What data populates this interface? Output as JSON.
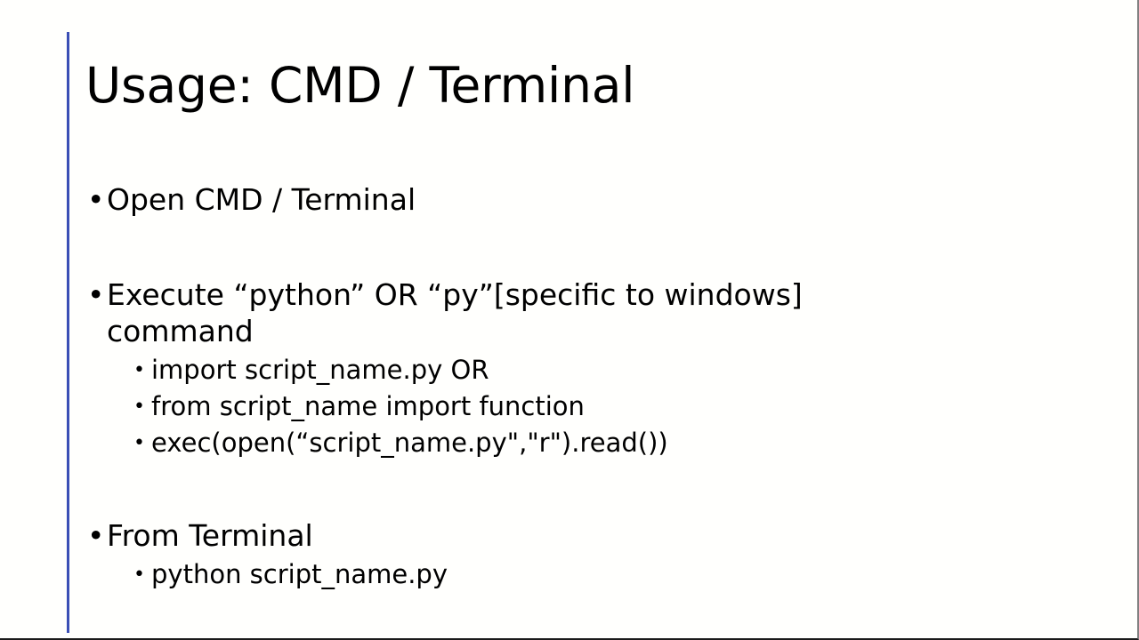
{
  "slide": {
    "title": "Usage: CMD / Terminal",
    "accent_color": "#3b4fb5",
    "background_color": "#fffffd",
    "text_color": "#000000",
    "bullet_glyph": "•",
    "sub_bullet_glyph": "•",
    "content": [
      {
        "level": 1,
        "text": "Open CMD / Terminal"
      },
      {
        "level": 1,
        "text": "Execute “python” OR “py”[specific to windows] command"
      },
      {
        "level": 2,
        "text": "import script_name.py OR"
      },
      {
        "level": 2,
        "text": "from script_name import function"
      },
      {
        "level": 2,
        "text": "exec(open(“script_name.py\",\"r\").read())"
      },
      {
        "level": 1,
        "text": "From Terminal"
      },
      {
        "level": 2,
        "text": "python script_name.py"
      }
    ]
  }
}
